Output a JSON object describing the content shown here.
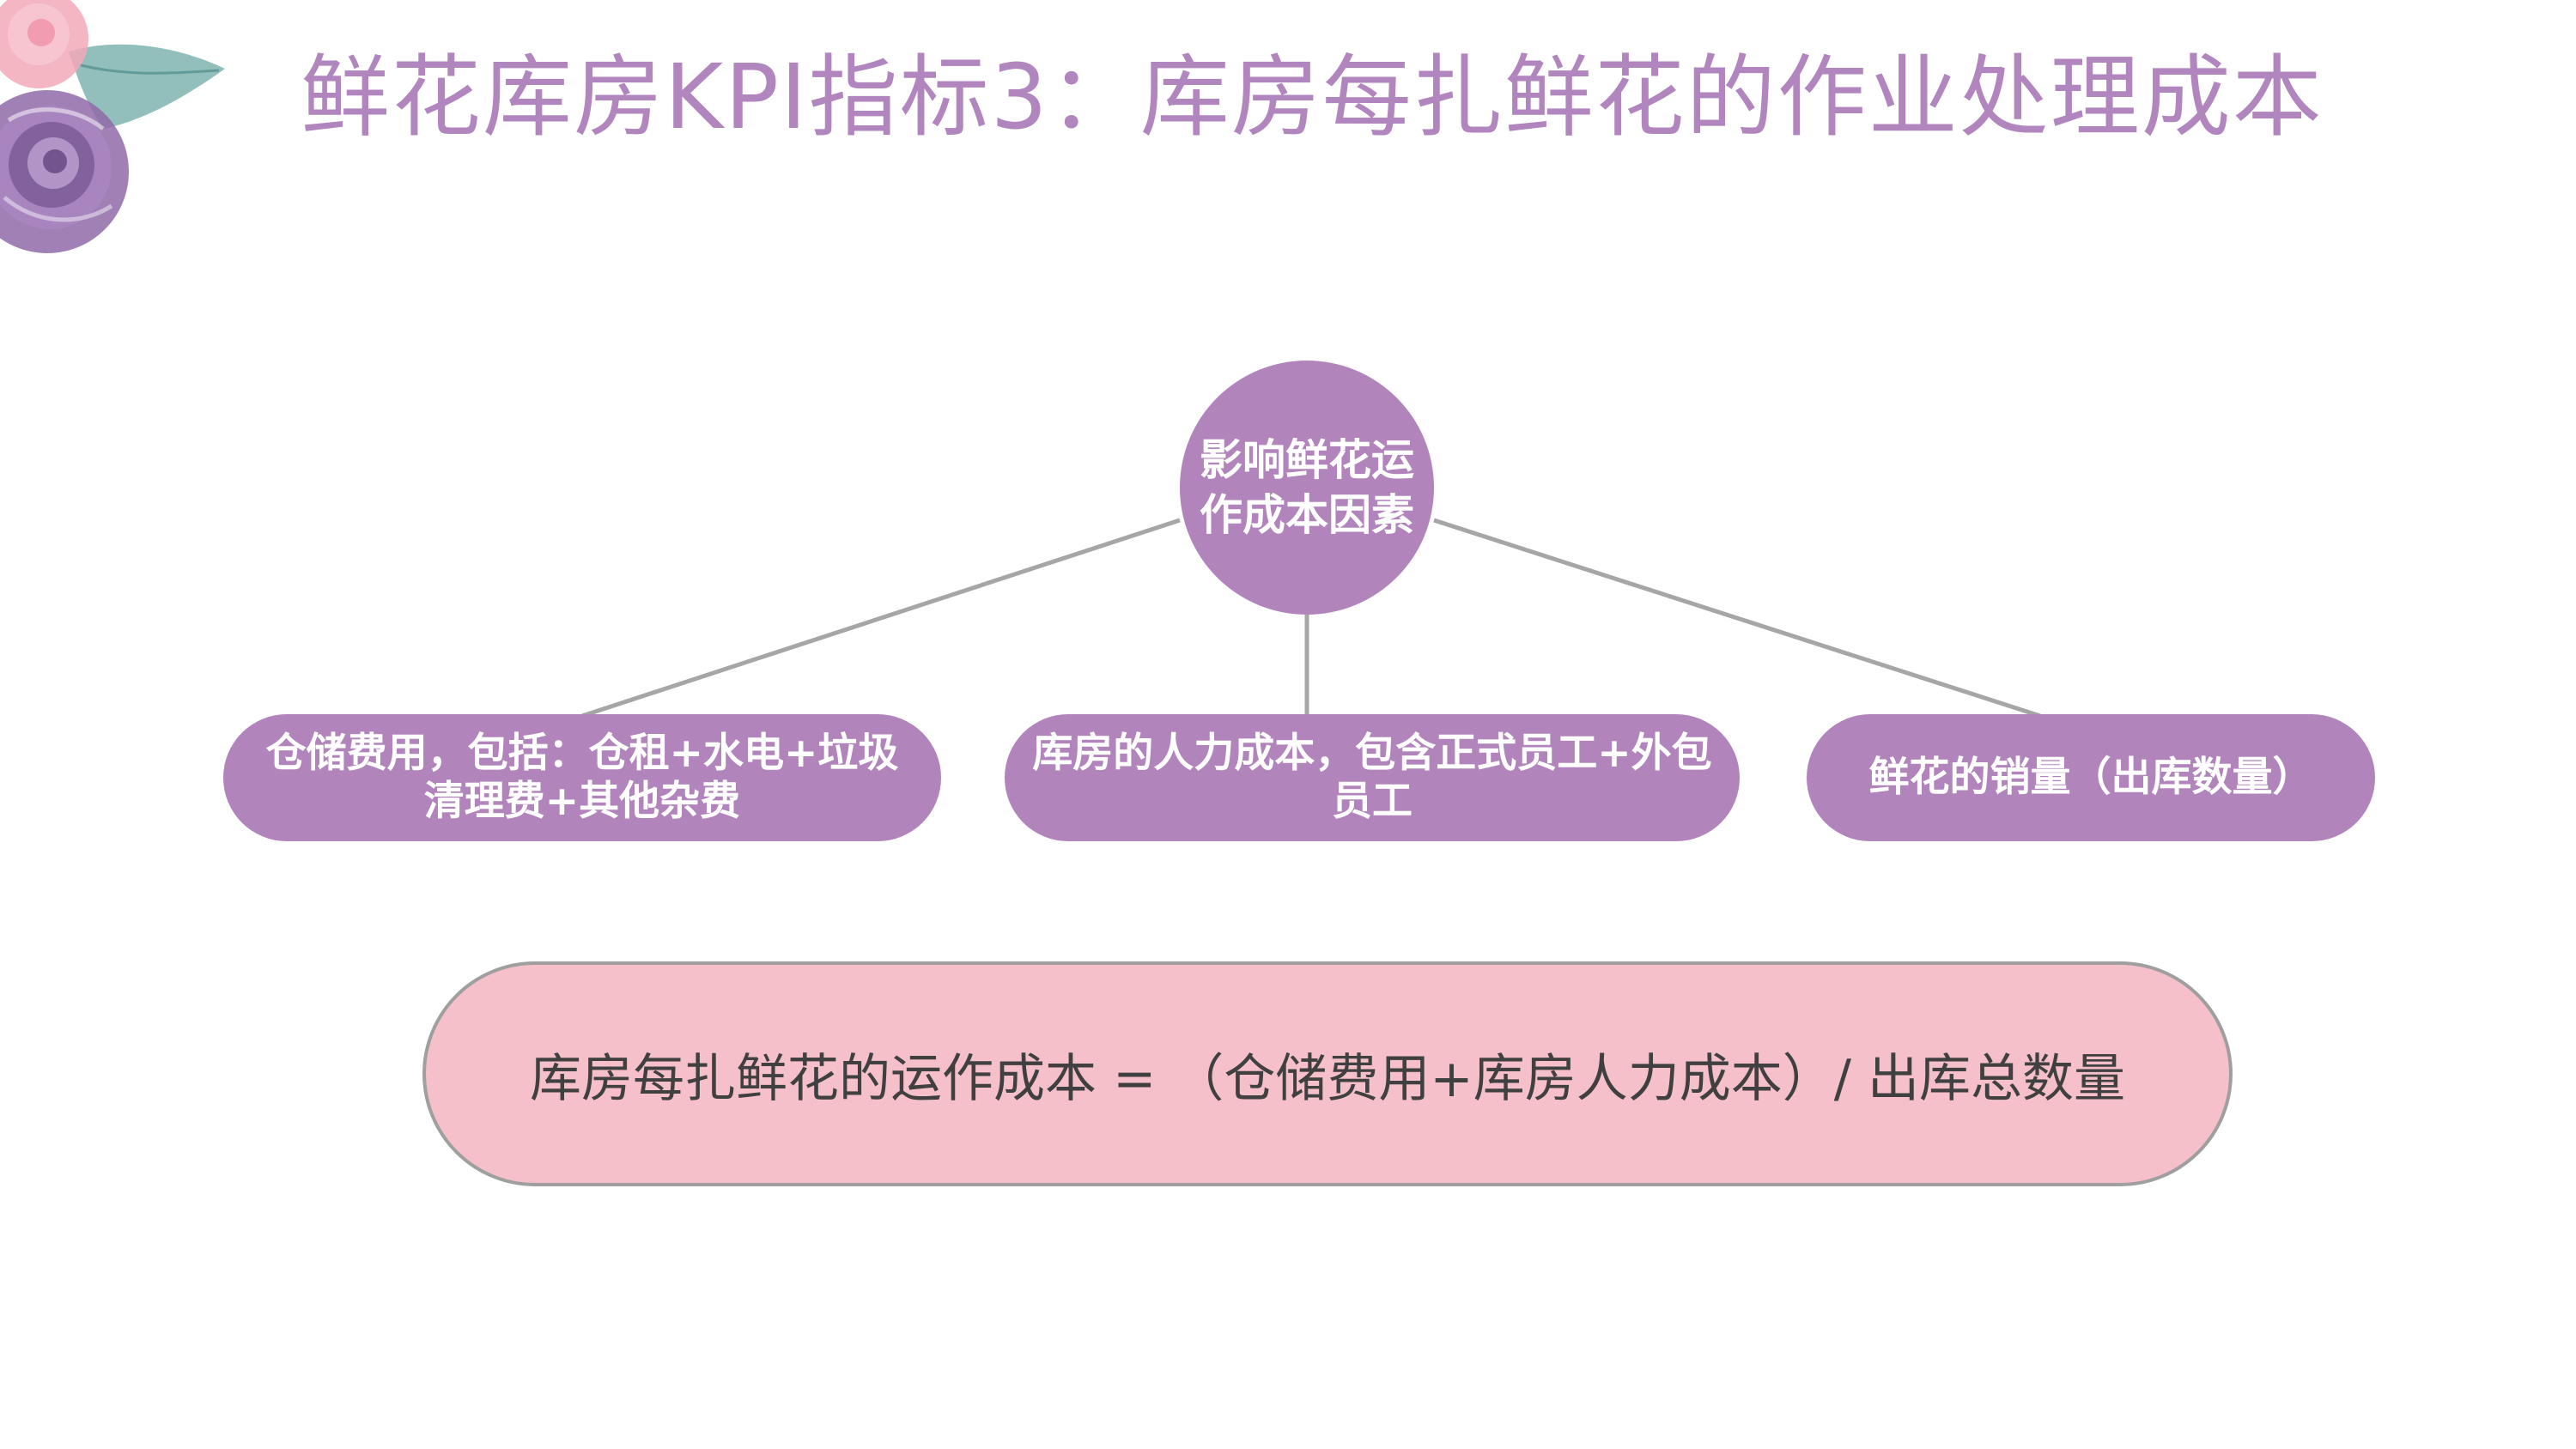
{
  "slide": {
    "title": "鲜花库房KPI指标3：库房每扎鲜花的作业处理成本"
  },
  "diagram": {
    "center": {
      "label": "影响鲜花运作成本因素"
    },
    "factors": [
      {
        "label": "仓储费用，包括：仓租+水电+垃圾清理费+其他杂费"
      },
      {
        "label": "库房的人力成本，包含正式员工+外包员工"
      },
      {
        "label": "鲜花的销量（出库数量）"
      }
    ],
    "formula": "库房每扎鲜花的运作成本 = （仓储费用+库房人力成本）/ 出库总数量"
  },
  "colors": {
    "title": "#b185bd",
    "node_fill": "#b184bc",
    "node_text": "#ffffff",
    "formula_fill": "#f5c0ca",
    "formula_border": "#9f9f9f",
    "formula_text": "#404040",
    "connector": "#a6a6a6"
  },
  "decoration": {
    "icon": "watercolor-flower-icon"
  }
}
